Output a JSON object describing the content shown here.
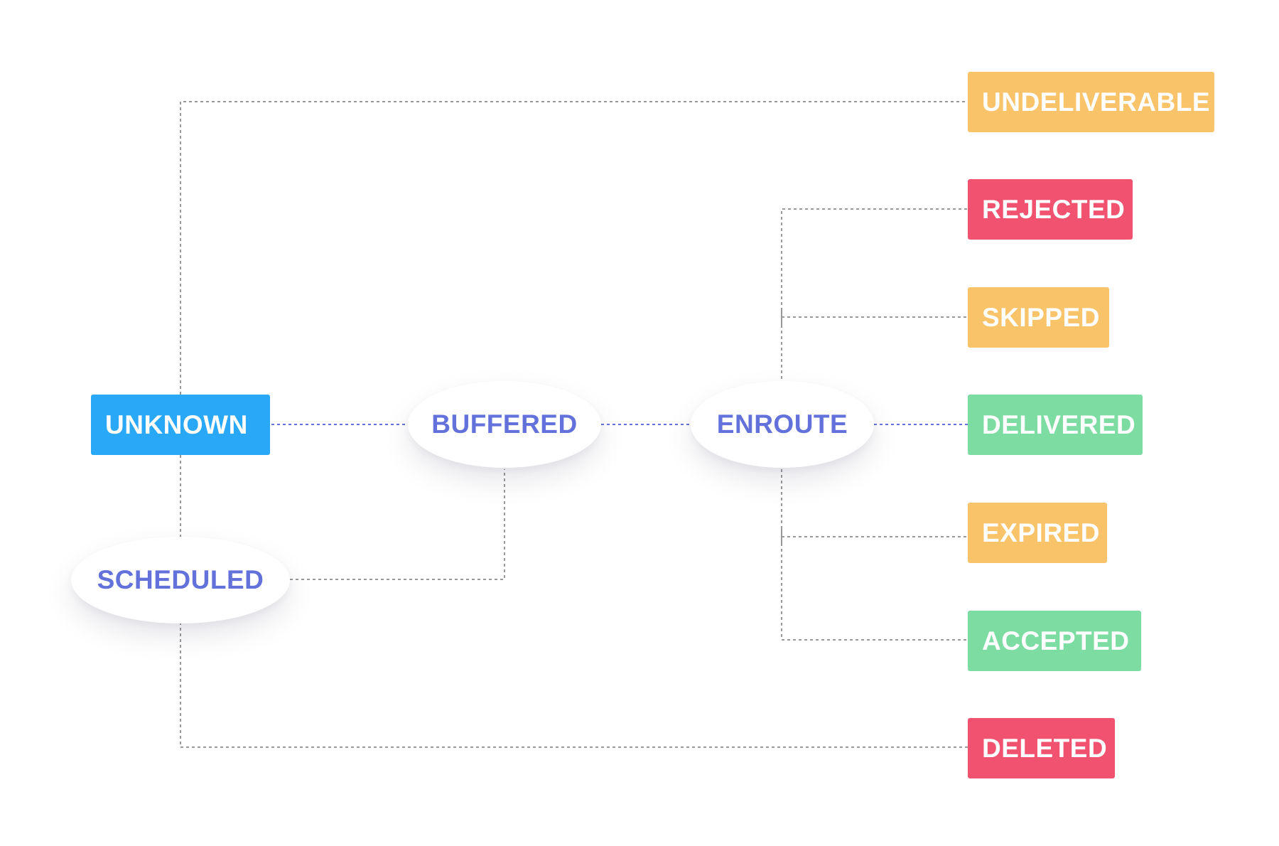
{
  "diagram": {
    "colors": {
      "initial": "#29a8f7",
      "oval_text": "#6371db",
      "warning": "#f9c36a",
      "error": "#f05270",
      "success": "#7cdca1",
      "connector_gray": "#999999",
      "connector_blue": "#6373d8"
    },
    "nodes": {
      "unknown": {
        "label": "UNKNOWN",
        "kind": "initial"
      },
      "buffered": {
        "label": "BUFFERED",
        "kind": "intermediate"
      },
      "enroute": {
        "label": "ENROUTE",
        "kind": "intermediate"
      },
      "scheduled": {
        "label": "SCHEDULED",
        "kind": "intermediate"
      },
      "undeliverable": {
        "label": "UNDELIVERABLE",
        "kind": "warning"
      },
      "rejected": {
        "label": "REJECTED",
        "kind": "error"
      },
      "skipped": {
        "label": "SKIPPED",
        "kind": "warning"
      },
      "delivered": {
        "label": "DELIVERED",
        "kind": "success"
      },
      "expired": {
        "label": "EXPIRED",
        "kind": "warning"
      },
      "accepted": {
        "label": "ACCEPTED",
        "kind": "success"
      },
      "deleted": {
        "label": "DELETED",
        "kind": "error"
      }
    },
    "edges": [
      {
        "from": "unknown",
        "to": "buffered",
        "style": "blue"
      },
      {
        "from": "buffered",
        "to": "enroute",
        "style": "blue"
      },
      {
        "from": "enroute",
        "to": "delivered",
        "style": "blue"
      },
      {
        "from": "unknown",
        "to": "undeliverable",
        "style": "gray"
      },
      {
        "from": "unknown",
        "to": "scheduled",
        "style": "gray"
      },
      {
        "from": "scheduled",
        "to": "buffered",
        "style": "gray"
      },
      {
        "from": "scheduled",
        "to": "deleted",
        "style": "gray"
      },
      {
        "from": "enroute",
        "to": "rejected",
        "style": "gray"
      },
      {
        "from": "enroute",
        "to": "skipped",
        "style": "gray"
      },
      {
        "from": "enroute",
        "to": "expired",
        "style": "gray"
      },
      {
        "from": "enroute",
        "to": "accepted",
        "style": "gray"
      }
    ]
  }
}
